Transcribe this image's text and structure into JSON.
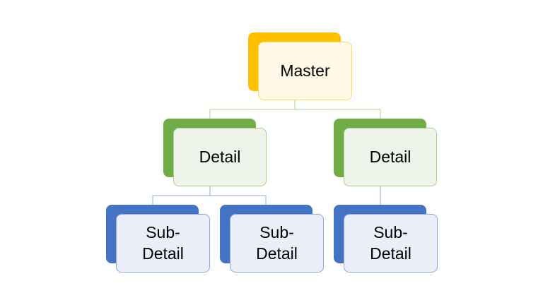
{
  "colors": {
    "master_back": "#FFC000",
    "master_front_fill": "#FFF8E7",
    "master_border": "#FFD966",
    "detail_back": "#70AD47",
    "detail_front_fill": "#EEF4EA",
    "detail_border": "#A9D18E",
    "sub_back": "#4472C4",
    "sub_front_fill": "#E9EEF8",
    "sub_border": "#8FAADC"
  },
  "diagram": {
    "master": {
      "label": "Master"
    },
    "details": [
      {
        "label": "Detail"
      },
      {
        "label": "Detail"
      }
    ],
    "subdetails": [
      {
        "label_line1": "Sub-",
        "label_line2": "Detail"
      },
      {
        "label_line1": "Sub-",
        "label_line2": "Detail"
      },
      {
        "label_line1": "Sub-",
        "label_line2": "Detail"
      }
    ]
  }
}
